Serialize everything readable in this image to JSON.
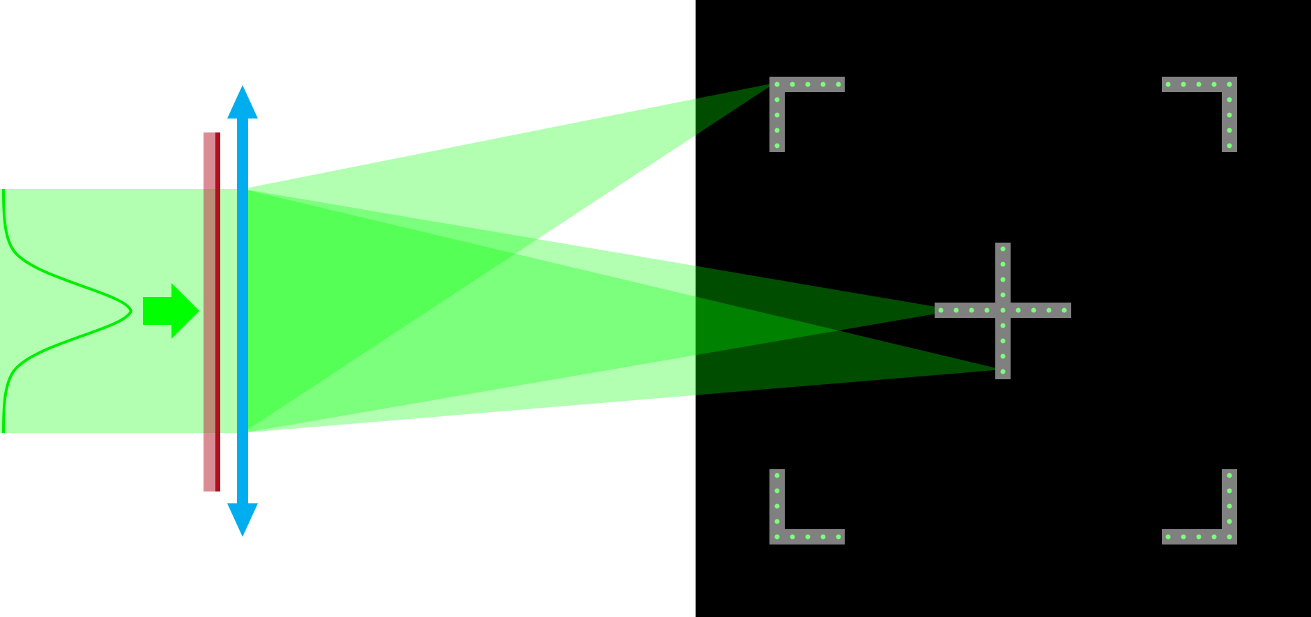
{
  "diagram": {
    "colors": {
      "background_left": "#ffffff",
      "background_right": "#000000",
      "beam": "#00ff00",
      "profile_curve": "#00ee00",
      "arrow": "#00ff00",
      "filter_plate": "#d08090",
      "filter_edge": "#b0101e",
      "lens": "#00aeef",
      "target_marker": "#808080",
      "marker_dot": "#7dff7d"
    },
    "icons": {
      "input_beam": "gaussian-beam",
      "propagation_arrow": "right-arrow-icon",
      "filter": "mask-plate",
      "lens": "double-arrow-lens-icon",
      "targets": "corner-bracket-markers",
      "center_target": "crosshair-marker"
    },
    "markers": {
      "corner_count": 4,
      "center_crosshair_count": 1,
      "dots_per_arm": 5
    }
  }
}
